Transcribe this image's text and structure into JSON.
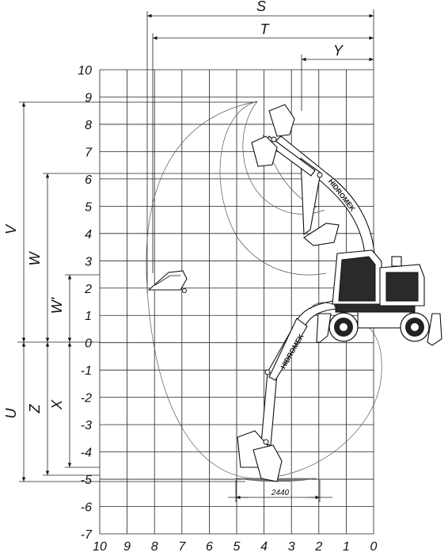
{
  "x_ticks": [
    "10",
    "9",
    "8",
    "7",
    "6",
    "5",
    "4",
    "3",
    "2",
    "1",
    "0"
  ],
  "y_ticks": [
    "10",
    "9",
    "8",
    "7",
    "6",
    "5",
    "4",
    "3",
    "2",
    "1",
    "0",
    "-1",
    "-2",
    "-3",
    "-4",
    "-5",
    "-6",
    "-7"
  ],
  "dimensions": {
    "S": "S",
    "T": "T",
    "Y": "Y",
    "V": "V",
    "W": "W",
    "W_prime": "W'",
    "U": "U",
    "Z": "Z",
    "X": "X"
  },
  "bucket_width": "2440",
  "brand": "HIDROMEK"
}
